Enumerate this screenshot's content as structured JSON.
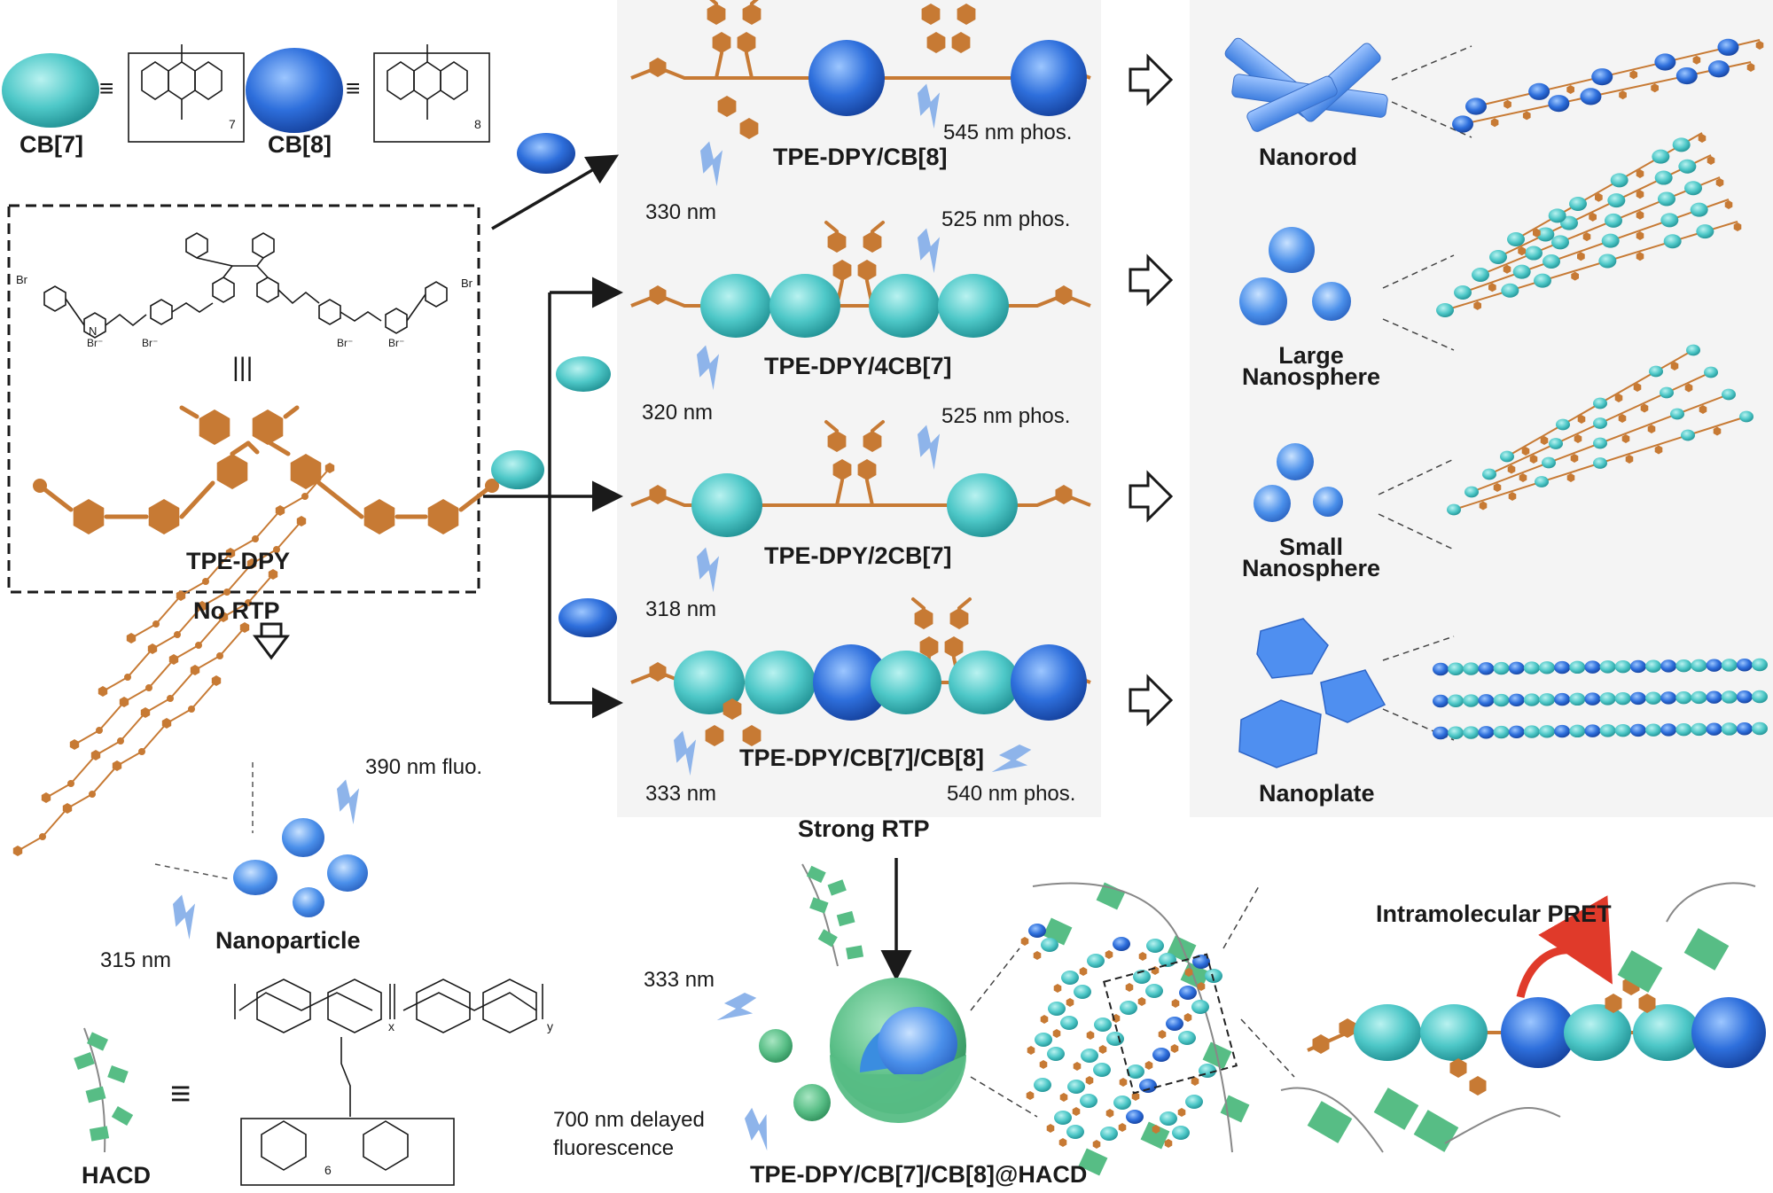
{
  "colors": {
    "cb7": "#4ec8c8",
    "cb8": "#2e6fdc",
    "tpe": "#c77a34",
    "hacd": "#57bd85",
    "panel": "#f4f4f4",
    "arrow_red": "#e03a2a",
    "lightning": "#8eb4ea"
  },
  "top_left": {
    "cb7_label": "CB[7]",
    "cb8_label": "CB[8]",
    "equiv": "≡",
    "cb7_repeat": "7",
    "cb8_repeat": "8"
  },
  "tpe_box": {
    "identical": "|||",
    "tpe_label": "TPE-DPY",
    "no_rtp": "No RTP",
    "br": "Br",
    "n_plus": "N",
    "br_minus": "Br⁻"
  },
  "aggregate": {
    "fluo_label": "390 nm fluo.",
    "excitation": "315 nm",
    "nanoparticle": "Nanoparticle"
  },
  "hacd": {
    "label": "HACD",
    "equiv": "≡",
    "x": "x",
    "y": "y",
    "six": "6"
  },
  "complexes": [
    {
      "name": "TPE-DPY/CB[8]",
      "excitation": "330 nm",
      "emission": "545 nm phos."
    },
    {
      "name": "TPE-DPY/4CB[7]",
      "excitation": "320 nm",
      "emission": "525 nm phos."
    },
    {
      "name": "TPE-DPY/2CB[7]",
      "excitation": "318 nm",
      "emission": "525 nm phos."
    },
    {
      "name": "TPE-DPY/CB[7]/CB[8]",
      "excitation": "333 nm",
      "emission": "540 nm phos."
    }
  ],
  "morphologies": [
    {
      "label": "Nanorod"
    },
    {
      "label": "Large\nNanosphere",
      "line1": "Large",
      "line2": "Nanosphere"
    },
    {
      "label": "Small\nNanosphere",
      "line1": "Small",
      "line2": "Nanosphere"
    },
    {
      "label": "Nanoplate"
    }
  ],
  "bottom": {
    "strong_rtp": "Strong RTP",
    "excitation": "333 nm",
    "delayed_line1": "700 nm delayed",
    "delayed_line2": "fluorescence",
    "assembly": "TPE-DPY/CB[7]/CB[8]@HACD",
    "pret": "Intramolecular PRET"
  }
}
